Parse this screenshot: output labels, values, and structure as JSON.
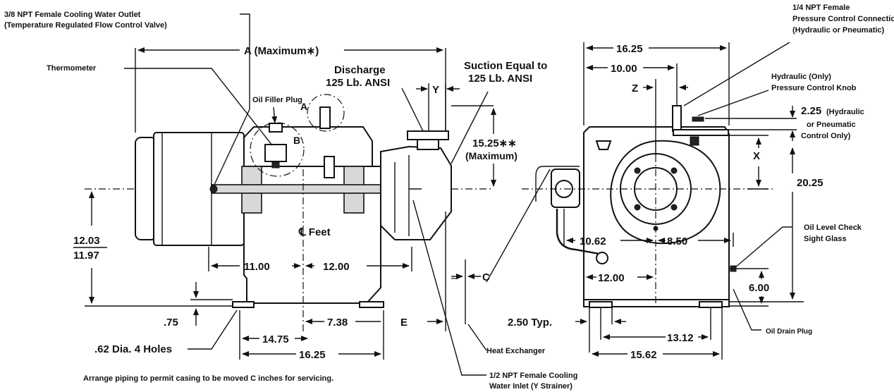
{
  "labels": {
    "npt38_line1": "3/8 NPT  Female Cooling Water Outlet",
    "npt38_line2": "(Temperature Regulated Flow Control Valve)",
    "dim_a": "A (Maximum∗)",
    "thermometer": "Thermometer",
    "oil_filler": "Oil Filler Plug",
    "discharge_line1": "Discharge",
    "discharge_line2": "125 Lb. ANSI",
    "suction_line1": "Suction Equal to",
    "suction_line2": "125 Lb. ANSI",
    "dim_y": "Y",
    "detail_a": "A",
    "detail_b": "B",
    "dim_1525": "15.25∗∗",
    "maximum": "(Maximum)",
    "dim_1203": "12.03",
    "dim_1197": "11.97",
    "feet": "℄ Feet",
    "dim_1100": "11.00",
    "dim_1200_left": "12.00",
    "dim_075": ".75",
    "dim_738": "7.38",
    "dim_e": "E",
    "dim_c": "C",
    "dim_1475": "14.75",
    "dim_1625_bottom": "16.25",
    "holes": ".62 Dia. 4 Holes",
    "heat_exchanger": "Heat Exchanger",
    "arrange_note": "Arrange piping to permit casing to be moved C inches for servicing.",
    "npt12_line1": "1/2 NPT Female Cooling",
    "npt12_line2": "Water Inlet (Y Strainer)",
    "npt14_line1": "1/4 NPT Female",
    "npt14_line2": "Pressure Control Connection",
    "npt14_line3": "(Hydraulic or Pneumatic)",
    "dim_1625_top": "16.25",
    "dim_1000": "10.00",
    "dim_z": "Z",
    "hyd_knob_line1": "Hydraulic (Only)",
    "hyd_knob_line2": "Pressure Control Knob",
    "dim_225": "2.25",
    "hyd_ctrl_line1": "(Hydraulic",
    "hyd_ctrl_line2": "or Pneumatic",
    "hyd_ctrl_line3": "Control Only)",
    "dim_x": "X",
    "dim_2025": "20.25",
    "oil_level_line1": "Oil Level Check",
    "oil_level_line2": "Sight Glass",
    "dim_1062": "10.62",
    "dim_850": "8.50",
    "dim_1200_right": "12.00",
    "dim_600": "6.00",
    "dim_250": "2.50 Typ.",
    "dim_1312": "13.12",
    "oil_drain": "Oil Drain Plug",
    "dim_1562": "15.62"
  }
}
